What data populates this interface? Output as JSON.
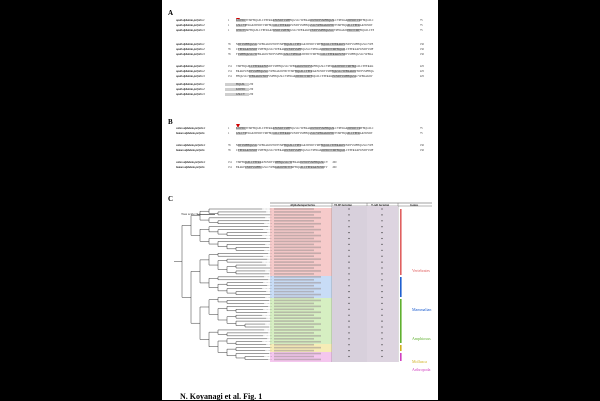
{
  "panels": {
    "a": "A",
    "b": "B",
    "c": "C"
  },
  "credit": "N. Koyanagi et al. Fig. 1",
  "panel_a": {
    "names": [
      "squid alphabeta-perforin 1",
      "squid alphabeta-perforin 2",
      "squid alphabeta-perforin 3"
    ],
    "starts": [
      [
        "1",
        "1",
        "1"
      ],
      [
        "76",
        "76",
        "76"
      ],
      [
        "151",
        "151",
        "151"
      ],
      [
        "226",
        "226",
        "226"
      ]
    ],
    "ends": [
      [
        "75",
        "75",
        "75"
      ],
      [
        "150",
        "150",
        "150"
      ],
      [
        "225",
        "225",
        "225"
      ],
      [
        "230",
        "230",
        "230"
      ]
    ]
  },
  "panel_b": {
    "names": [
      "cotton alphabeta-perforin 1",
      "human alphabeta-perforin"
    ],
    "starts": [
      [
        "1",
        "1"
      ],
      [
        "76",
        "76"
      ],
      [
        "151",
        "151"
      ]
    ],
    "ends": [
      [
        "75",
        "75"
      ],
      [
        "150",
        "150"
      ],
      [
        "200",
        "200"
      ]
    ]
  },
  "panel_c": {
    "columns": [
      "Alphabetaperforins",
      "TLIP forming",
      "T-cell forming",
      "Genus"
    ],
    "scale": "Tree scale: 0.1",
    "groups": [
      {
        "label": "Vertebrates",
        "color": "#e06060"
      },
      {
        "label": "Mammalian",
        "color": "#2060d0"
      },
      {
        "label": "Amphioxus",
        "color": "#60b030"
      },
      {
        "label": "Mollusca",
        "color": "#d0b020"
      },
      {
        "label": "Arthropoda",
        "color": "#d040c0"
      }
    ]
  }
}
